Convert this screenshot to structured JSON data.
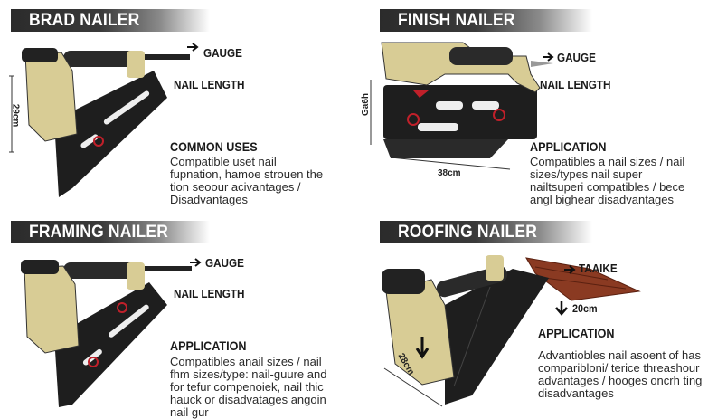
{
  "panels": [
    {
      "title": "BRAD NAILER",
      "labels": [
        "GAUGE",
        "NAIL LENGTH"
      ],
      "dimension": "29cm",
      "section_title": "COMMON USES",
      "section_text": "Compatible uset nail fupnation, hamoe strouen the tion seoour acivantages / Disadvantages"
    },
    {
      "title": "FINISH NAILER",
      "labels": [
        "GAUGE",
        "NAIL LENGTH"
      ],
      "dimension_vertical": "Ga6h",
      "dimension_horizontal": "38cm",
      "section_title": "APPLICATION",
      "section_text": "Compatibles a nail sizes / nail sizes/types nail super nailtsuperi compatibles / bece angl bighear disadvantages"
    },
    {
      "title": "FRAMING NAILER",
      "labels": [
        "GAUGE",
        "NAIL LENGTH"
      ],
      "section_title": "APPLICATION",
      "section_text": "Compatibles anail sizes / nail fhm sizes/type: nail-guure and for tefur compenoiek, nail thic hauck or disadvatages angoin nail gur"
    },
    {
      "title": "ROOFING NAILER",
      "labels": [
        "TAAIKE",
        "20cm"
      ],
      "dimension": "28cm",
      "section_title": "APPLICATION",
      "section_text": "Advantiobles nail asoent of has comparibloni/ terice threashour advantages / hooges oncrh ting disadvantages"
    }
  ],
  "colors": {
    "header_dark": "#2b2b2b",
    "tool_body_gold": "#d8cc95",
    "tool_black": "#1e1e1e",
    "accent_red": "#c0202a",
    "shingle_brown": "#8a3a22"
  }
}
